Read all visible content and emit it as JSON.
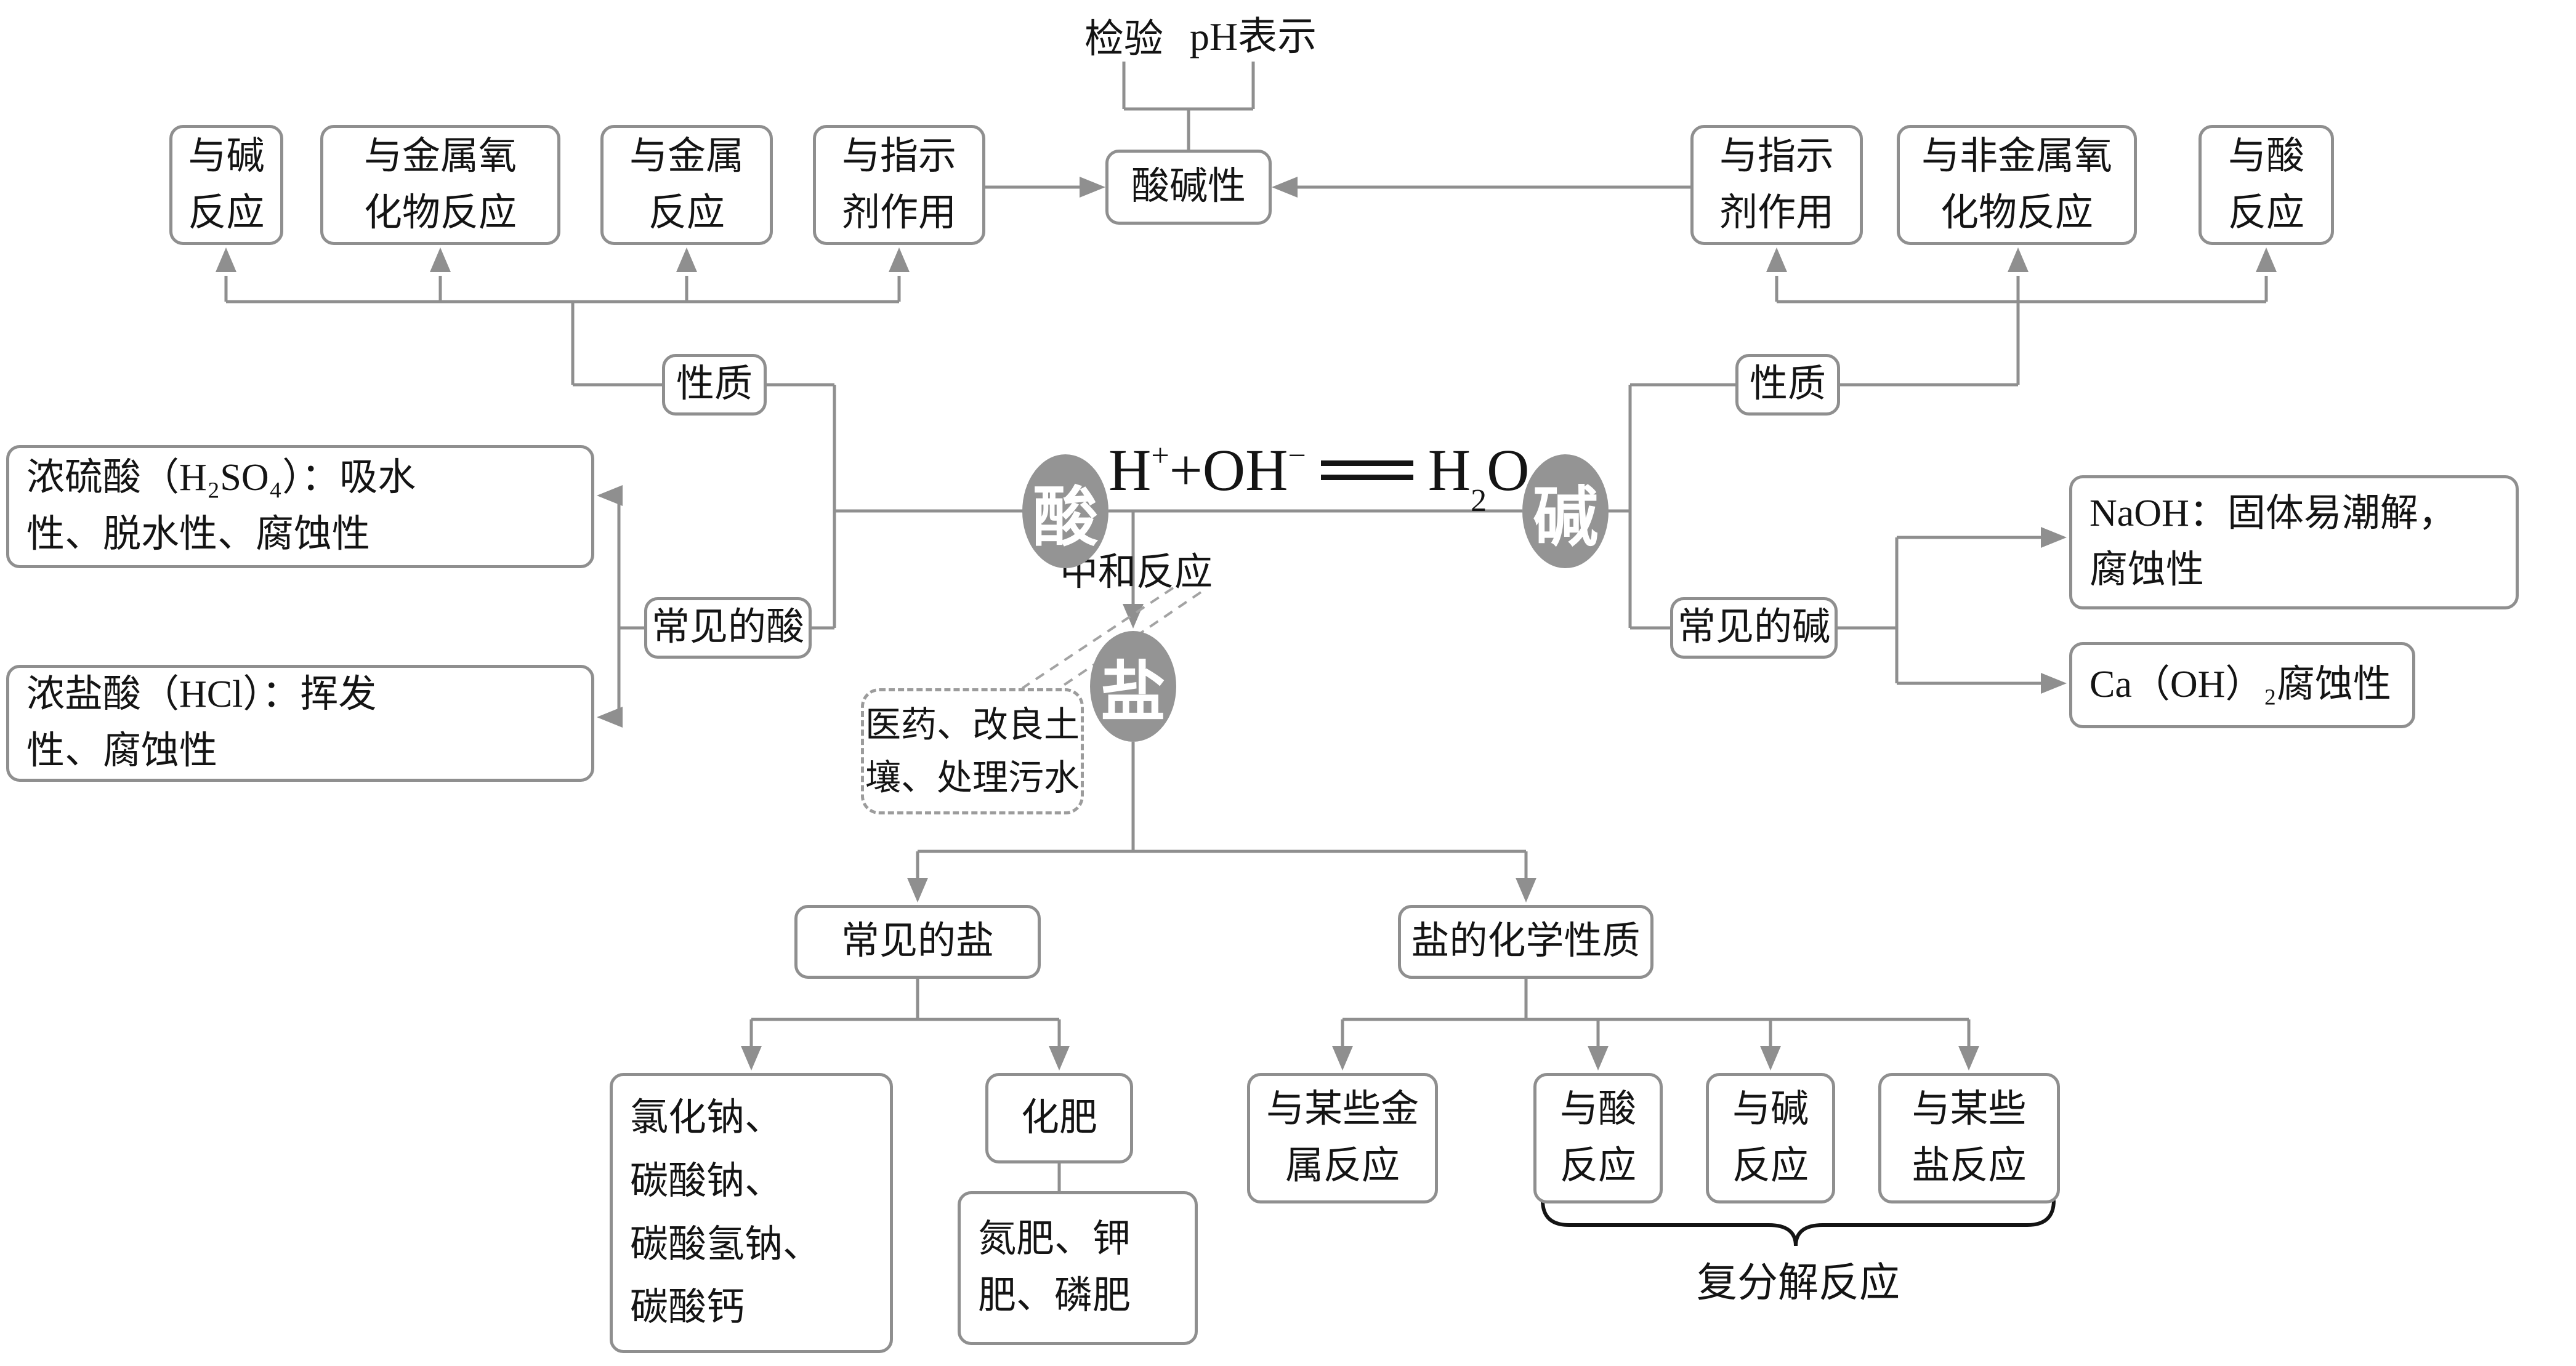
{
  "colors": {
    "line": "#8f8f8f",
    "box_border": "#8f8f8f",
    "circle_fill": "#949494",
    "text": "#141414",
    "brace": "#141414"
  },
  "top": {
    "test_label": "检验",
    "ph_label": "pH表示",
    "acidity_box": "酸碱性"
  },
  "acid": {
    "circle": "酸",
    "properties_label": "性质",
    "reactions": {
      "with_base": "与碱\n反应",
      "with_metal_oxide": "与金属氧\n化物反应",
      "with_metal": "与金属\n反应",
      "with_indicator": "与指示\n剂作用"
    },
    "common_label": "常见的酸",
    "sulfuric": "浓硫酸（H₂SO₄）：吸水\n性、脱水性、腐蚀性",
    "hydrochloric": "浓盐酸（HCl）：挥发\n性、腐蚀性"
  },
  "base": {
    "circle": "碱",
    "properties_label": "性质",
    "reactions": {
      "with_indicator": "与指示\n剂作用",
      "with_nonmetal_oxide": "与非金属氧\n化物反应",
      "with_acid": "与酸\n反应"
    },
    "common_label": "常见的碱",
    "naoh": "NaOH：固体易潮解，\n腐蚀性",
    "caoh": "Ca（OH）₂腐蚀性"
  },
  "neutralization": {
    "formula": {
      "h1": "H",
      "h1_sup": "+",
      "oh": "+OH",
      "oh_sup": "−",
      "h2": "H",
      "h2_sub": "2",
      "o": "O"
    },
    "label": "中和反应",
    "uses": "医药、改良土\n壤、处理污水"
  },
  "salt": {
    "circle": "盐",
    "common_label": "常见的盐",
    "common_examples": "氯化钠、\n碳酸钠、\n碳酸氢钠、\n碳酸钙",
    "fertilizer_label": "化肥",
    "fertilizer_types": "氮肥、钾\n肥、磷肥",
    "chem_props_label": "盐的化学性质",
    "reactions": {
      "with_metals": "与某些金\n属反应",
      "with_acid": "与酸\n反应",
      "with_base": "与碱\n反应",
      "with_salts": "与某些\n盐反应"
    },
    "metathesis_label": "复分解反应"
  }
}
